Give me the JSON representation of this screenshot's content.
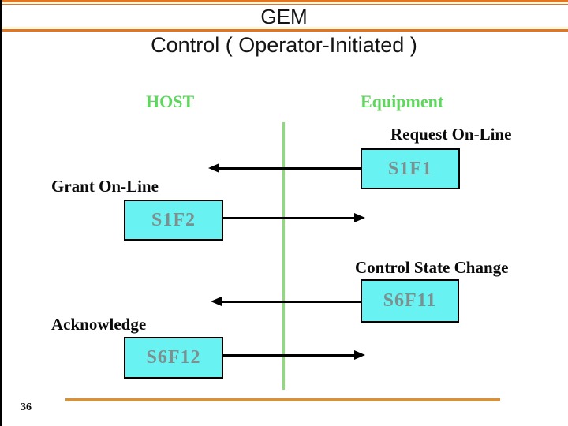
{
  "slide": {
    "title": "GEM",
    "subtitle": "Control ( Operator-Initiated )",
    "page_number": "36"
  },
  "diagram": {
    "host_label": "HOST",
    "equipment_label": "Equipment",
    "messages": [
      {
        "label": "Request On-Line",
        "box": "S1F1",
        "direction": "to-host"
      },
      {
        "label": "Grant On-Line",
        "box": "S1F2",
        "direction": "to-equipment"
      },
      {
        "label": "Control State Change",
        "box": "S6F11",
        "direction": "to-host"
      },
      {
        "label": "Acknowledge",
        "box": "S6F12",
        "direction": "to-equipment"
      }
    ]
  },
  "colors": {
    "accent_orange": "#E2751E",
    "bottom_rule_orange": "#DE8F2E",
    "participant_green": "#5FD75F",
    "lifeline_green": "#8FD97F",
    "message_box_cyan": "#68F2F2",
    "message_box_text_gray": "#7D8F8F",
    "arrow_black": "#000000"
  }
}
